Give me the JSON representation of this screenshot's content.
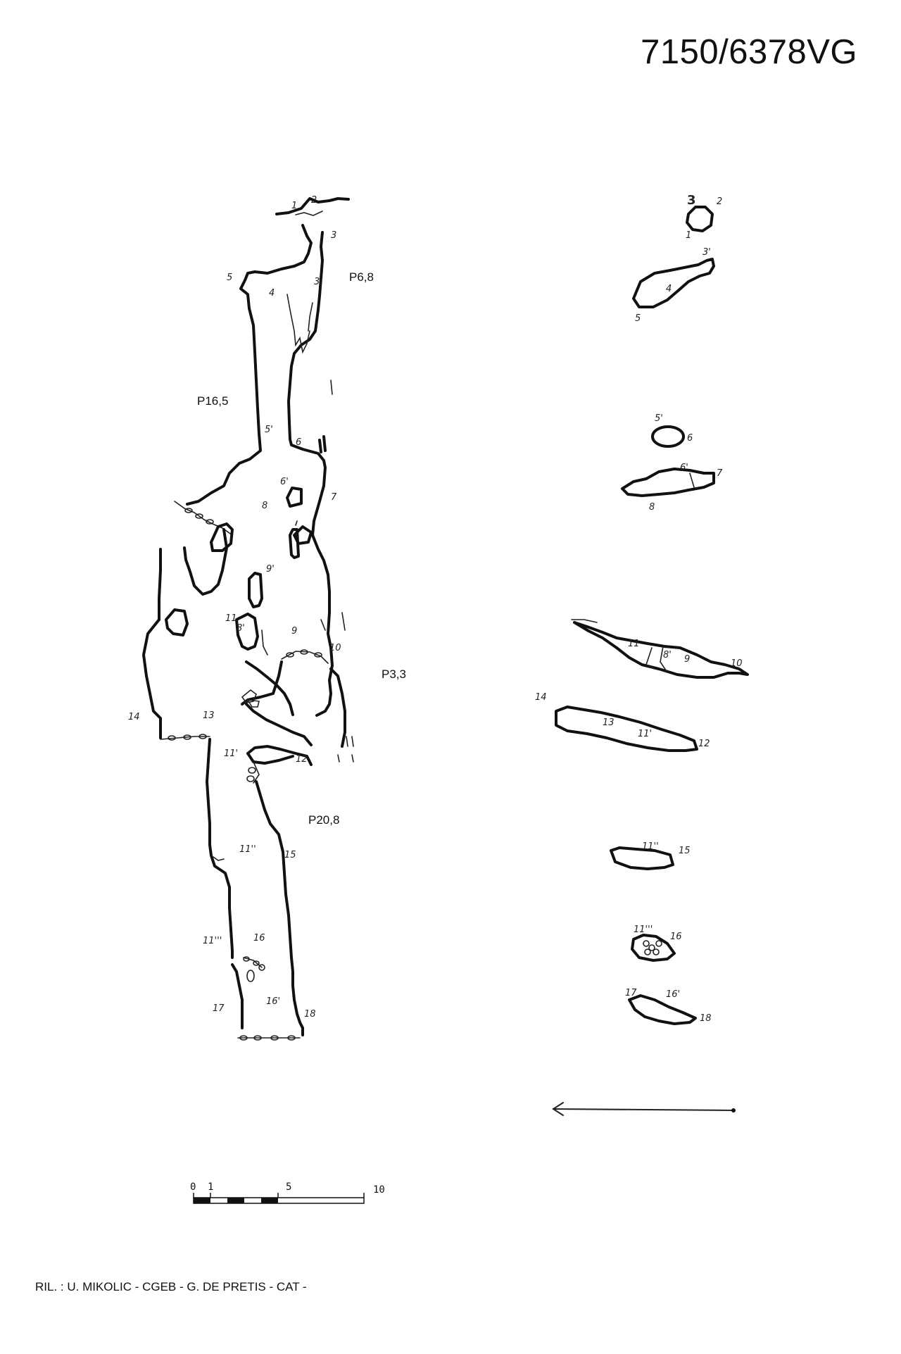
{
  "cave_id": "7150/6378VG",
  "credits": "RIL. : U. MIKOLIC - CGEB - G. DE PRETIS - CAT -",
  "pitches": [
    "P6,8",
    "P16,5",
    "P3,3",
    "P20,8"
  ],
  "section_stations": [
    "1",
    "2",
    "3",
    "5",
    "4",
    "3'",
    "5'",
    "6",
    "6'",
    "8",
    "7",
    "9'",
    "11",
    "8'",
    "9",
    "10",
    "14",
    "13",
    "11'",
    "12",
    "11''",
    "15",
    "11'''",
    "16",
    "17",
    "16'",
    "18"
  ],
  "plan_stations": [
    "3",
    "2",
    "1",
    "3'",
    "4",
    "5",
    "5'",
    "6",
    "6'",
    "7",
    "8",
    "11",
    "8'",
    "9",
    "10",
    "14",
    "13",
    "11'",
    "12",
    "11''",
    "15",
    "11'''",
    "16",
    "17",
    "16'",
    "18"
  ],
  "scale": {
    "labels": [
      "0",
      "1",
      "5",
      "10"
    ]
  },
  "north_arrow": {
    "icon": "arrow-left-icon"
  }
}
